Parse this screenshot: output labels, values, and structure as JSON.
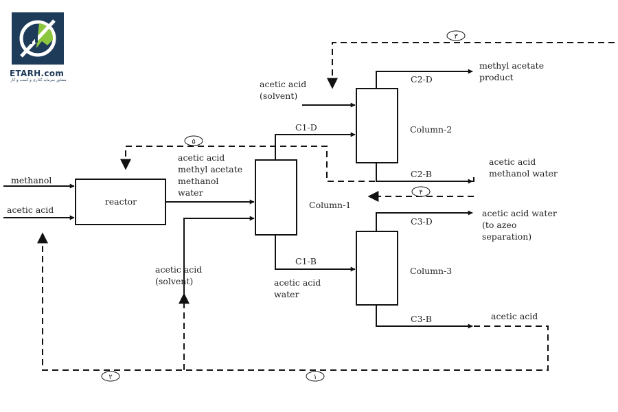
{
  "logo": {
    "brand": "ETARH.com",
    "tagline": "مشاور سرمایه گذاری و کسب و کار"
  },
  "units": {
    "reactor": "reactor",
    "column1": "Column-1",
    "column2": "Column-2",
    "column3": "Column-3"
  },
  "feeds": {
    "methanol": "methanol",
    "acetic_acid": "acetic acid"
  },
  "streams": {
    "reactor_out": [
      "acetic acid",
      "methyl acetate",
      "methanol",
      "water"
    ],
    "solvent_col1": [
      "acetic acid",
      "(solvent)"
    ],
    "solvent_col2": [
      "acetic acid",
      "(solvent)"
    ],
    "c1d": "C1-D",
    "c1b": "C1-B",
    "c1b_comp": [
      "acetic acid",
      "water"
    ],
    "c2d": "C2-D",
    "c2d_comp": [
      "methyl acetate",
      "product"
    ],
    "c2b": "C2-B",
    "c2b_comp": [
      "acetic acid",
      "methanol water"
    ],
    "c3d": "C3-D",
    "c3d_comp": [
      "acetic acid water",
      "(to azeo",
      "separation)"
    ],
    "c3b": "C3-B",
    "c3b_comp": "acetic acid"
  },
  "recycles": {
    "r1": "۱",
    "r2": "۲",
    "r3": "۳",
    "r4": "۴",
    "r5": "۵"
  }
}
